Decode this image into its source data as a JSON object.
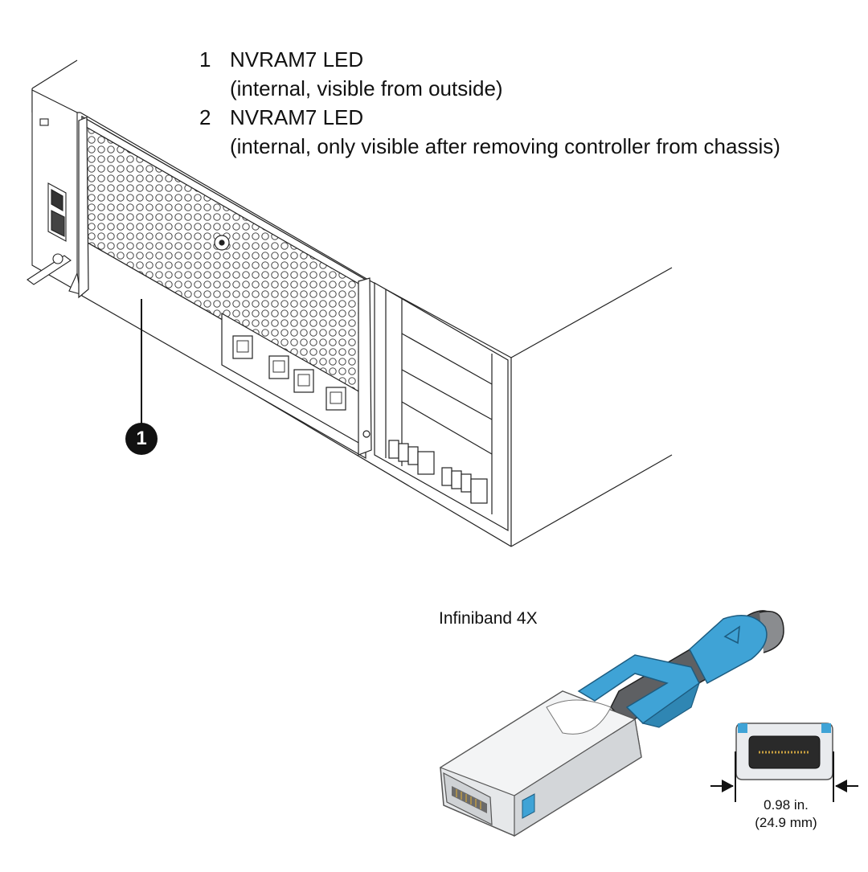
{
  "legend": {
    "items": [
      {
        "number": "1",
        "title": "NVRAM7 LED",
        "detail": "(internal, visible from outside)"
      },
      {
        "number": "2",
        "title": "NVRAM7 LED",
        "detail": "(internal, only visible after removing controller from chassis)"
      }
    ]
  },
  "callout": {
    "number": "1"
  },
  "cable": {
    "title": "Infiniband 4X",
    "dimension_in": "0.98 in.",
    "dimension_mm": "(24.9 mm)"
  },
  "colors": {
    "latch_blue": "#3fa3d6",
    "cable_gray": "#5e6063",
    "housing": "#e6e8ea"
  }
}
